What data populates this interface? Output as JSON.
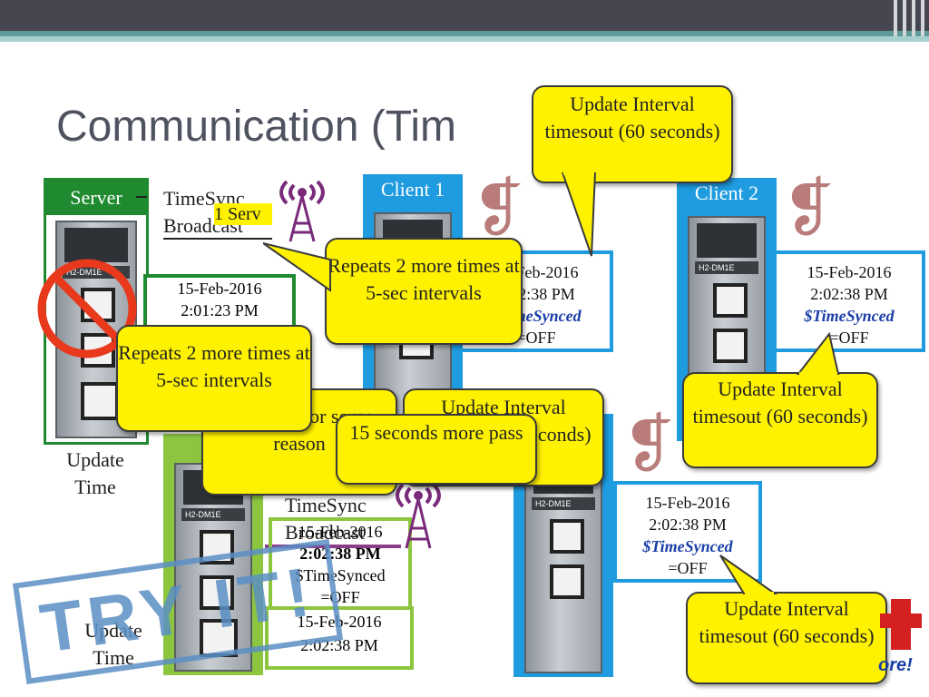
{
  "slide": {
    "title": "Communication (Tim"
  },
  "server": {
    "label": "Server",
    "timesync": "TimeSync Broadcast",
    "overlay_text": "1 Serv",
    "time_box": {
      "date": "15-Feb-2016",
      "time": "2:01:23 PM"
    },
    "update_label": "Update Time"
  },
  "server2": {
    "timesync": "TimeSync Broadcast",
    "box": {
      "date": "15-Feb-2016",
      "time": "2:02:38 PM",
      "synced": "$TimeSynced",
      "state": "=OFF"
    },
    "time_box": {
      "date": "15-Feb-2016",
      "time": "2:02:38 PM"
    },
    "update_label": "Update Time",
    "hidden_text": "drops off for some reason"
  },
  "client1": {
    "label": "Client 1",
    "box": {
      "date": "15-Feb-2016",
      "time": "2:02:38 PM",
      "synced": "$TimeSynced",
      "state": "=OFF"
    }
  },
  "client2": {
    "label": "Client 2",
    "box": {
      "date": "15-Feb-2016",
      "time": "2:02:38 PM",
      "synced": "$TimeSynced",
      "state": "=OFF"
    }
  },
  "client3": {
    "box": {
      "date": "15-Feb-2016",
      "time": "2:02:38 PM",
      "synced": "$TimeSynced",
      "state": "=OFF"
    }
  },
  "callouts": {
    "update_interval_top": "Update Interval timesout (60 seconds)",
    "repeats_top": "Repeats 2 more times at 5-sec intervals",
    "repeats_left": "Repeats 2 more times at 5-sec intervals",
    "update_interval_mid": "Update Interval timesout (60 seconds)",
    "fifteen_more": "15 seconds more pass",
    "update_interval_right": "Update Interval timesout (60 seconds)",
    "update_interval_bottom": "Update Interval timesout (60 seconds)"
  },
  "stamp": {
    "text": "TRY IT!"
  },
  "colors": {
    "accent_blue": "#1f9be0",
    "server_green": "#1f8a2f",
    "callout_yellow": "#fff200"
  }
}
